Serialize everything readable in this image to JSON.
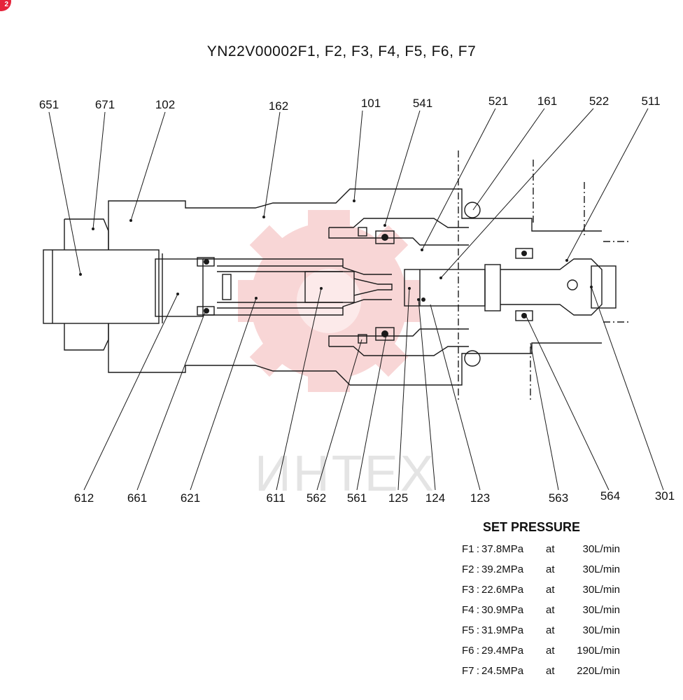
{
  "header": {
    "badge": "2",
    "title": "YN22V00002F1, F2, F3, F4, F5, F6, F7"
  },
  "watermark": {
    "text": "ИНТЕХ"
  },
  "callouts_top": [
    "651",
    "671",
    "102",
    "162",
    "101",
    "541",
    "521",
    "161",
    "522",
    "511"
  ],
  "callouts_bottom": [
    "612",
    "661",
    "621",
    "611",
    "562",
    "561",
    "125",
    "124",
    "123",
    "563",
    "564",
    "301"
  ],
  "set_pressure": {
    "title": "SET PRESSURE",
    "rows": [
      {
        "id": "F1",
        "pressure": "37.8MPa",
        "at": "at",
        "flow": "30L/min"
      },
      {
        "id": "F2",
        "pressure": "39.2MPa",
        "at": "at",
        "flow": "30L/min"
      },
      {
        "id": "F3",
        "pressure": "22.6MPa",
        "at": "at",
        "flow": "30L/min"
      },
      {
        "id": "F4",
        "pressure": "30.9MPa",
        "at": "at",
        "flow": "30L/min"
      },
      {
        "id": "F5",
        "pressure": "31.9MPa",
        "at": "at",
        "flow": "30L/min"
      },
      {
        "id": "F6",
        "pressure": "29.4MPa",
        "at": "at",
        "flow": "190L/min"
      },
      {
        "id": "F7",
        "pressure": "24.5MPa",
        "at": "at",
        "flow": "220L/min"
      }
    ]
  }
}
